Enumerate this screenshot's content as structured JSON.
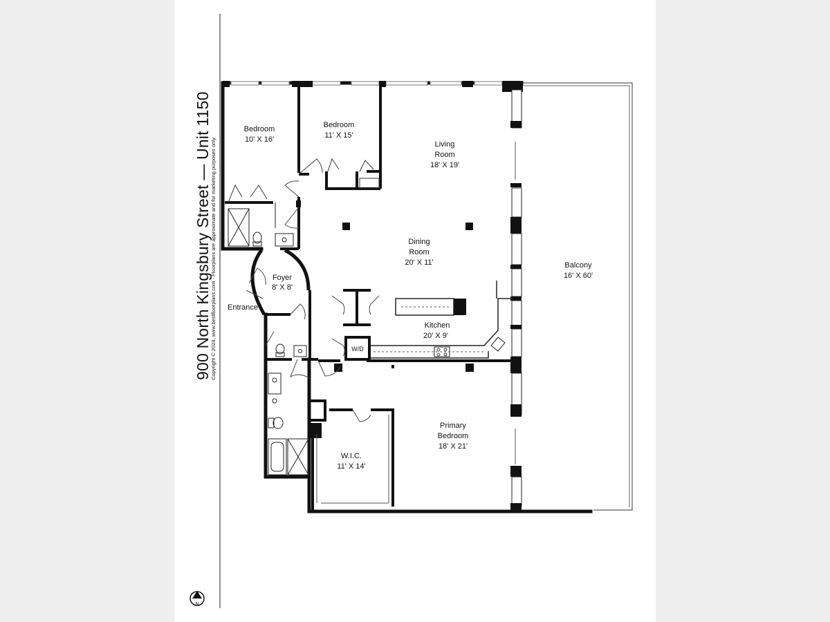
{
  "title": "900 North Kingsbury Street — Unit 1150",
  "copyright": "Copyright © 2024, www.bestfloorplans.com - Floorplans are approximate and for marketing purposes only",
  "compass_label": "N",
  "rooms": {
    "bedroom_1": {
      "name": "Bedroom",
      "size": "10' X 16'"
    },
    "bedroom_2": {
      "name": "Bedroom",
      "size": "11' X 15'"
    },
    "living": {
      "name_1": "Living",
      "name_2": "Room",
      "size": "18' X 19'"
    },
    "dining": {
      "name_1": "Dining",
      "name_2": "Room",
      "size": "20' X 11'"
    },
    "foyer": {
      "name": "Foyer",
      "size": "8' X 8'"
    },
    "entrance": {
      "name": "Entrance"
    },
    "kitchen": {
      "name": "Kitchen",
      "size": "20' X 9'"
    },
    "laundry": {
      "name": "W/D"
    },
    "balcony": {
      "name": "Balcony",
      "size": "16' X 60'"
    },
    "primary": {
      "name_1": "Primary",
      "name_2": "Bedroom",
      "size": "18' X 21'"
    },
    "wic": {
      "name": "W.I.C.",
      "size": "11' X 14'"
    }
  }
}
